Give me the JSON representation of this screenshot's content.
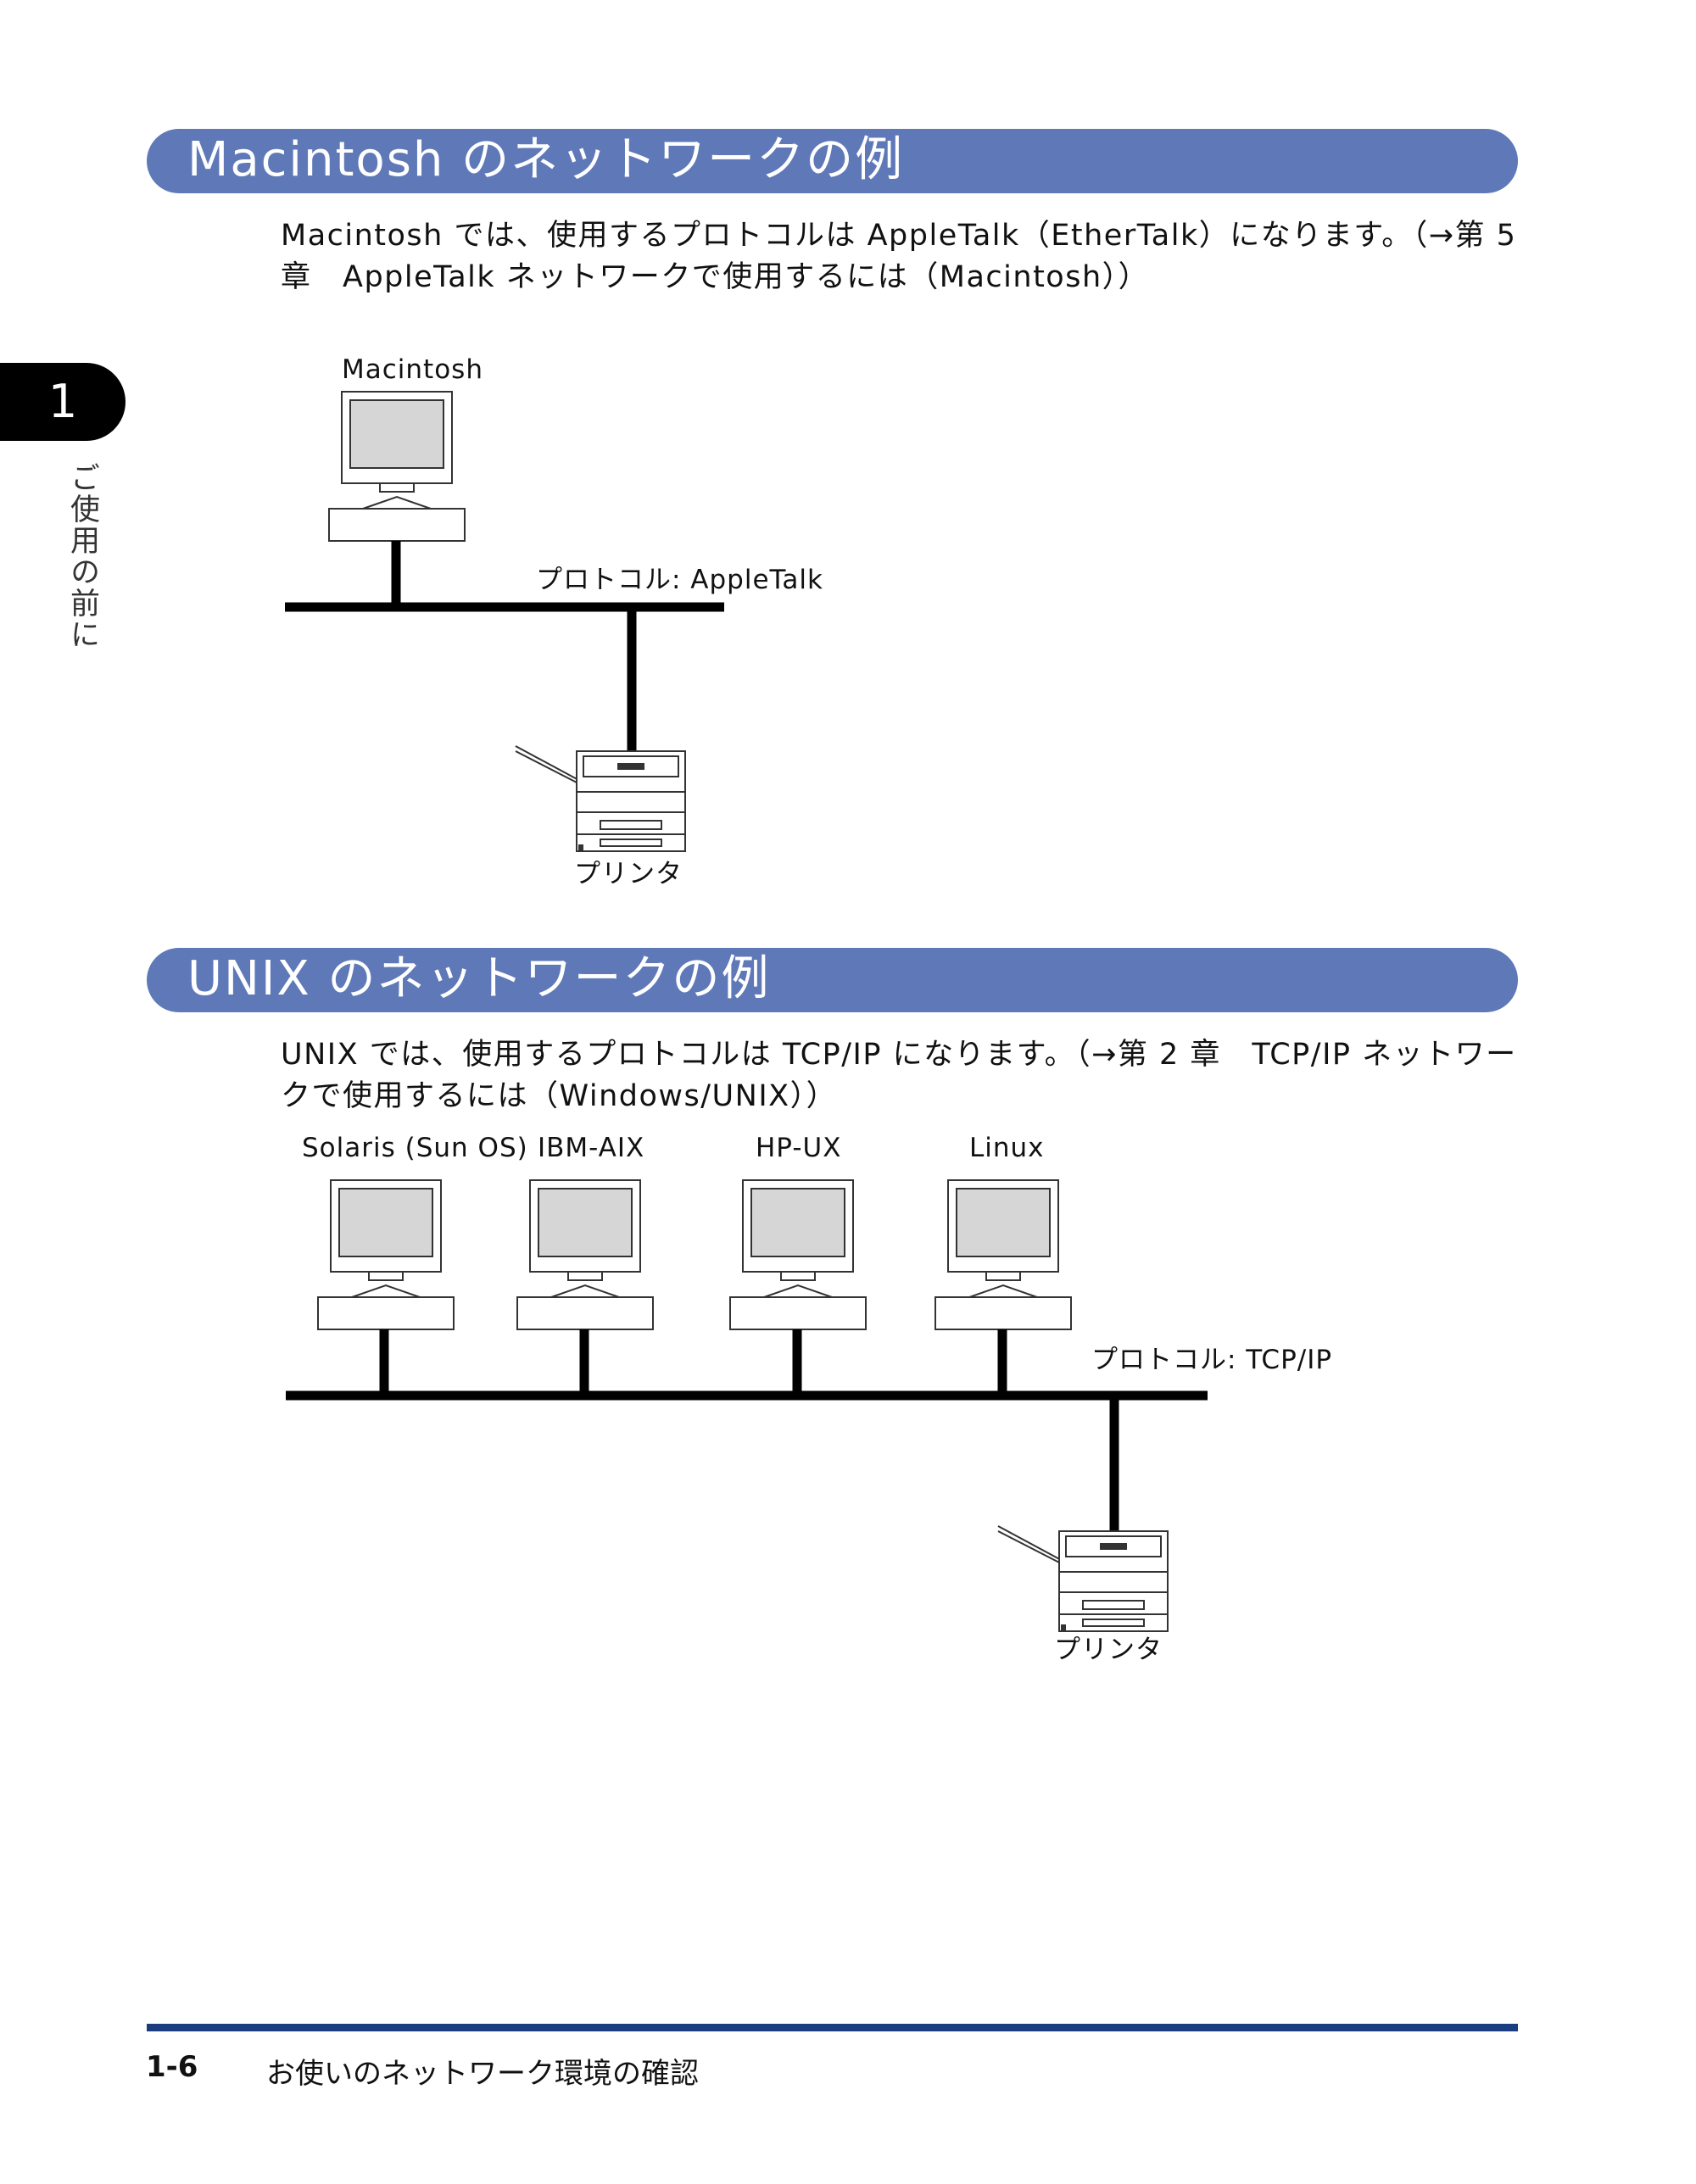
{
  "side_tab": {
    "chapter": "1",
    "vertical_text": "ご使用の前に"
  },
  "section1": {
    "title": "Macintosh のネットワークの例",
    "para_line1": "Macintosh では、使用するプロトコルは AppleTalk（EtherTalk）になります。（→第 5",
    "para_line2": "章　AppleTalk ネットワークで使用するには（Macintosh））",
    "computer_label": "Macintosh",
    "protocol_label": "プロトコル: AppleTalk",
    "printer_label": "プリンタ"
  },
  "section2": {
    "title": "UNIX のネットワークの例",
    "para_line1": "UNIX では、使用するプロトコルは TCP/IP になります。（→第 2 章　TCP/IP ネットワー",
    "para_line2": "クで使用するには（Windows/UNIX））",
    "computer_labels": [
      "Solaris (Sun OS)",
      "IBM-AIX",
      "HP-UX",
      "Linux"
    ],
    "protocol_label": "プロトコル: TCP/IP",
    "printer_label": "プリンタ"
  },
  "footer": {
    "page_number": "1-6",
    "title": "お使いのネットワーク環境の確認"
  },
  "colors": {
    "section_bar": "#5f79b8",
    "footer_rule": "#1b3d7f"
  }
}
